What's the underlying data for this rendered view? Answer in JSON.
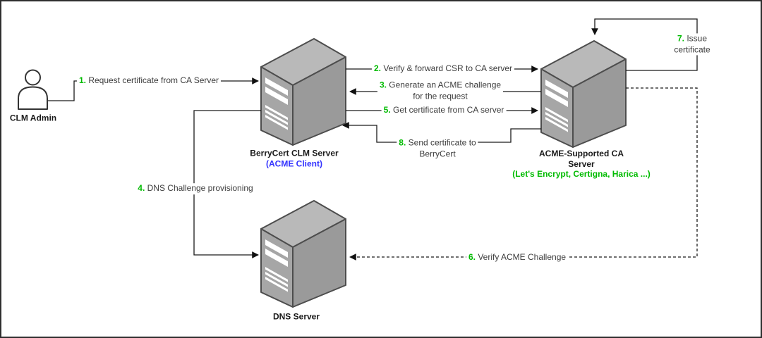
{
  "diagram": {
    "actor": {
      "label": "CLM Admin"
    },
    "nodes": {
      "berrycert": {
        "title": "BerryCert CLM Server",
        "subtitle": "(ACME Client)"
      },
      "ca": {
        "title": "ACME-Supported CA\nServer",
        "subtitle": "(Let's Encrypt, Certigna, Harica ...)"
      },
      "dns": {
        "title": "DNS Server"
      }
    },
    "steps": [
      {
        "num": "1.",
        "text": "Request certificate from CA Server"
      },
      {
        "num": "2.",
        "text": "Verify & forward CSR to CA server"
      },
      {
        "num": "3.",
        "text": "Generate an ACME challenge\nfor the request"
      },
      {
        "num": "4.",
        "text": "DNS Challenge provisioning"
      },
      {
        "num": "5.",
        "text": "Get certificate from CA server"
      },
      {
        "num": "6.",
        "text": "Verify ACME Challenge"
      },
      {
        "num": "7.",
        "text": "Issue certificate"
      },
      {
        "num": "8.",
        "text": "Send certificate to\nBerryCert"
      }
    ],
    "colors": {
      "step_number": "#00bb00",
      "acme_client_blue": "#3333ff",
      "ca_list_green": "#00bb00",
      "server_top": "#b9b9b9",
      "server_front": "#a6a6a6",
      "server_side": "#9a9a9a"
    }
  }
}
